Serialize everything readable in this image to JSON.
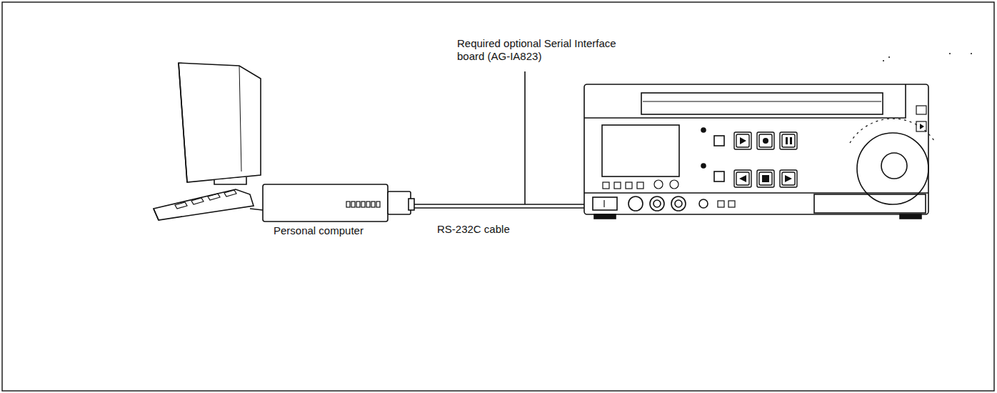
{
  "diagram": {
    "labels": [
      "Required optional Serial Interface board (AG-IA823)",
      "Personal computer",
      "RS-232C cable"
    ]
  }
}
